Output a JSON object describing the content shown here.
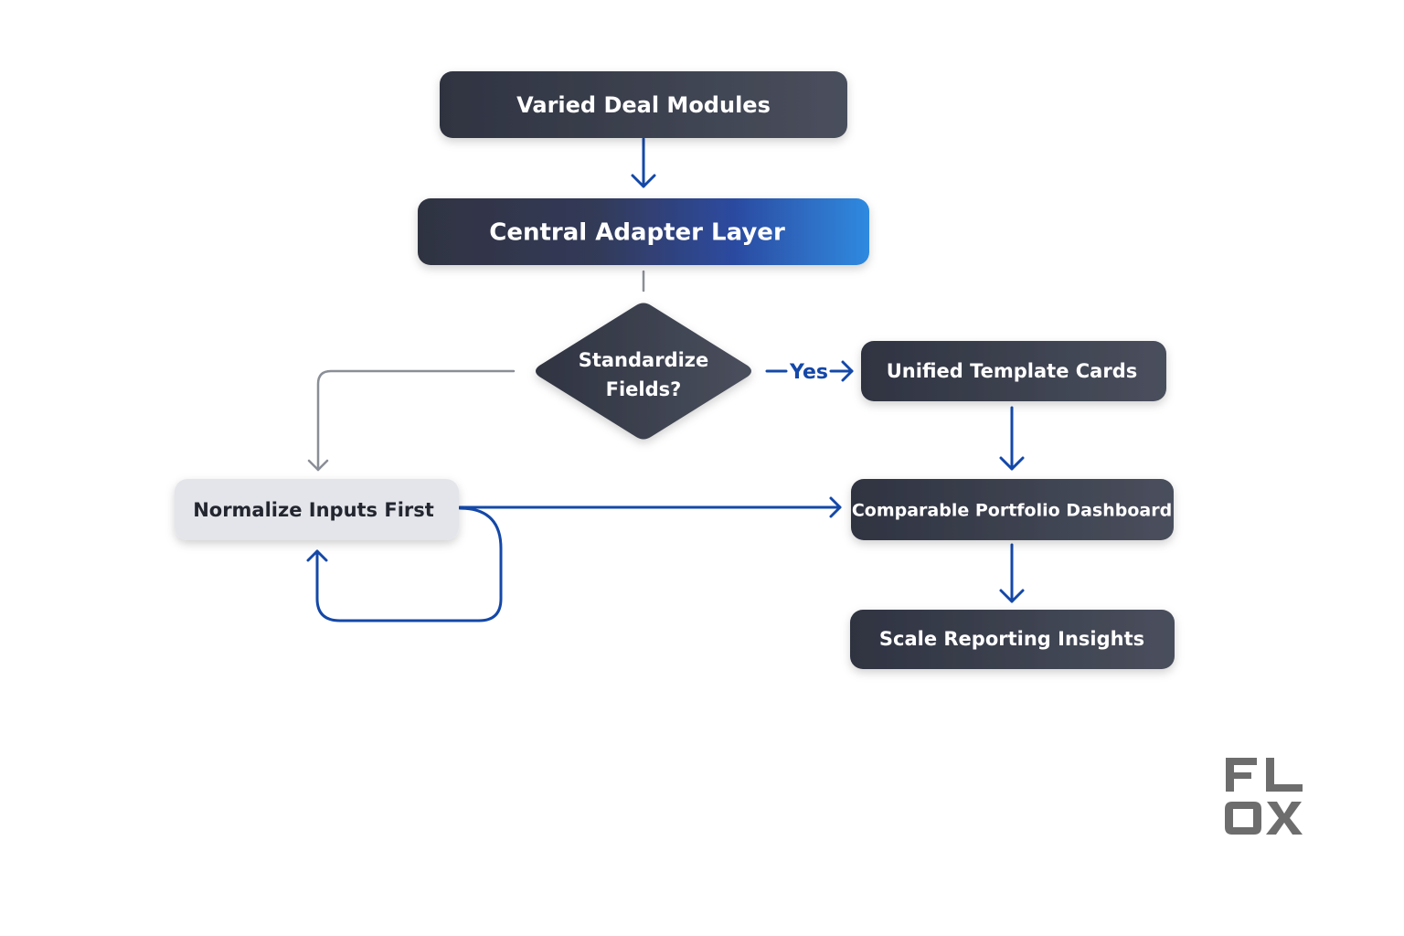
{
  "colors": {
    "node_dark": "#343846",
    "node_dark_end": "#4a4f5d",
    "accent_blue": "#1448a8",
    "gradient_blue": "#2e8ae0",
    "light_node": "#e3e5ea",
    "gray_connector": "#8a8e96",
    "logo_gray": "#6d6d6d"
  },
  "nodes": {
    "varied_deal_modules": "Varied Deal Modules",
    "central_adapter_layer": "Central Adapter Layer",
    "decision_line1": "Standardize",
    "decision_line2": "Fields?",
    "unified_template_cards": "Unified Template Cards",
    "normalize_inputs_first": "Normalize Inputs First",
    "comparable_portfolio_dashboard": "Comparable Portfolio Dashboard",
    "scale_reporting_insights": "Scale Reporting Insights"
  },
  "edges": {
    "yes_label": "Yes"
  },
  "logo": {
    "line1": "FL",
    "line2": "OX"
  }
}
